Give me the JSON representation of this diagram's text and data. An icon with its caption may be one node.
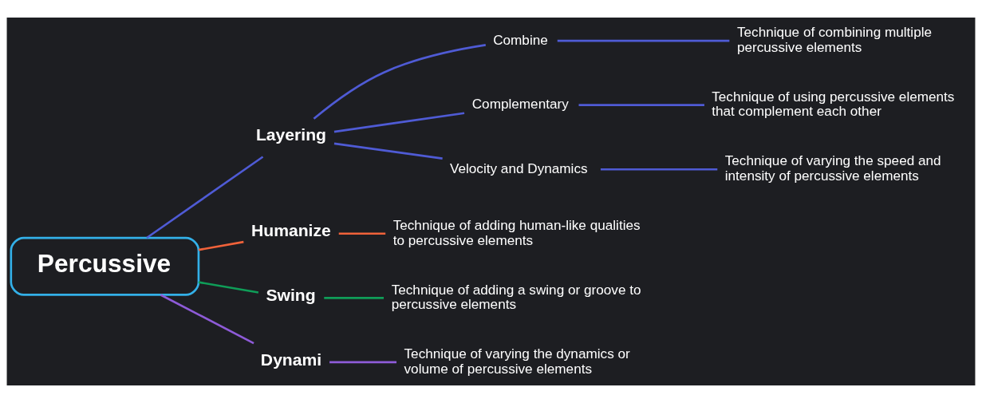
{
  "diagram": {
    "nodes": [
      {
        "text": [
          "Percussive"
        ]
      },
      {
        "text": [
          "Layering"
        ]
      },
      {
        "text": [
          "Combine"
        ]
      },
      {
        "text": [
          "Technique of combining multiple percussive elements"
        ]
      },
      {
        "text": [
          "Complementary"
        ]
      },
      {
        "text": [
          "Technique of using percussive elements that complement each other"
        ]
      },
      {
        "text": [
          "Velocity and Dynamics"
        ]
      },
      {
        "text": [
          "Technique of varying the speed and intensity of percussive elements"
        ]
      },
      {
        "text": [
          "Humanize"
        ]
      },
      {
        "text": [
          "Technique of adding human-like qualities to percussive elements"
        ]
      },
      {
        "text": [
          "Swing"
        ]
      },
      {
        "text": [
          "Technique of adding a swing or groove to percussive elements"
        ]
      },
      {
        "text": [
          "Dynami"
        ]
      },
      {
        "text": [
          "Technique of varying the dynamics or volume of percussive elements"
        ]
      }
    ],
    "edges": [
      {
        "from": 0,
        "to": 1,
        "arrow": "none"
      },
      {
        "from": 1,
        "to": 2,
        "arrow": "none"
      },
      {
        "from": 2,
        "to": 3,
        "arrow": "none"
      },
      {
        "from": 1,
        "to": 4,
        "arrow": "none"
      },
      {
        "from": 4,
        "to": 5,
        "arrow": "none"
      },
      {
        "from": 1,
        "to": 6,
        "arrow": "none"
      },
      {
        "from": 6,
        "to": 7,
        "arrow": "none"
      },
      {
        "from": 0,
        "to": 8,
        "arrow": "none",
        "color": "#f0623a"
      },
      {
        "from": 8,
        "to": 9,
        "arrow": "none",
        "color": "#f0623a"
      },
      {
        "from": 0,
        "to": 10,
        "arrow": "none",
        "color": "#0f9d58"
      },
      {
        "from": 10,
        "to": 11,
        "arrow": "none",
        "color": "#0f9d58"
      },
      {
        "from": 0,
        "to": 12,
        "arrow": "none",
        "color": "#8e5bd8"
      },
      {
        "from": 12,
        "to": 13,
        "arrow": "none",
        "color": "#8e5bd8"
      }
    ]
  }
}
